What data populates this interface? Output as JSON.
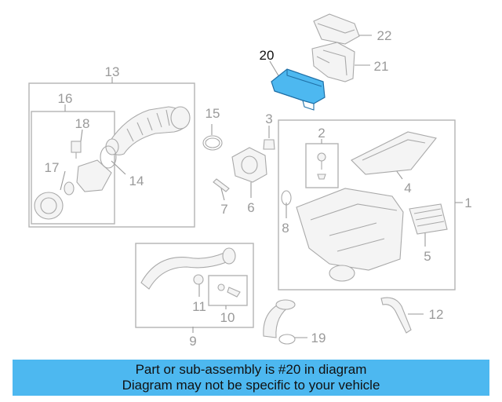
{
  "diagram": {
    "highlight_color": "#4db8f0",
    "callouts": {
      "c1": "1",
      "c2": "2",
      "c3": "3",
      "c4": "4",
      "c5": "5",
      "c6": "6",
      "c7": "7",
      "c8": "8",
      "c9": "9",
      "c10": "10",
      "c11": "11",
      "c12": "12",
      "c13": "13",
      "c14": "14",
      "c15": "15",
      "c16": "16",
      "c17": "17",
      "c18": "18",
      "c19": "19",
      "c20": "20",
      "c21": "21",
      "c22": "22"
    }
  },
  "banner": {
    "line1": "Part or sub-assembly is #20 in diagram",
    "line2": "Diagram may not be specific to your vehicle"
  }
}
